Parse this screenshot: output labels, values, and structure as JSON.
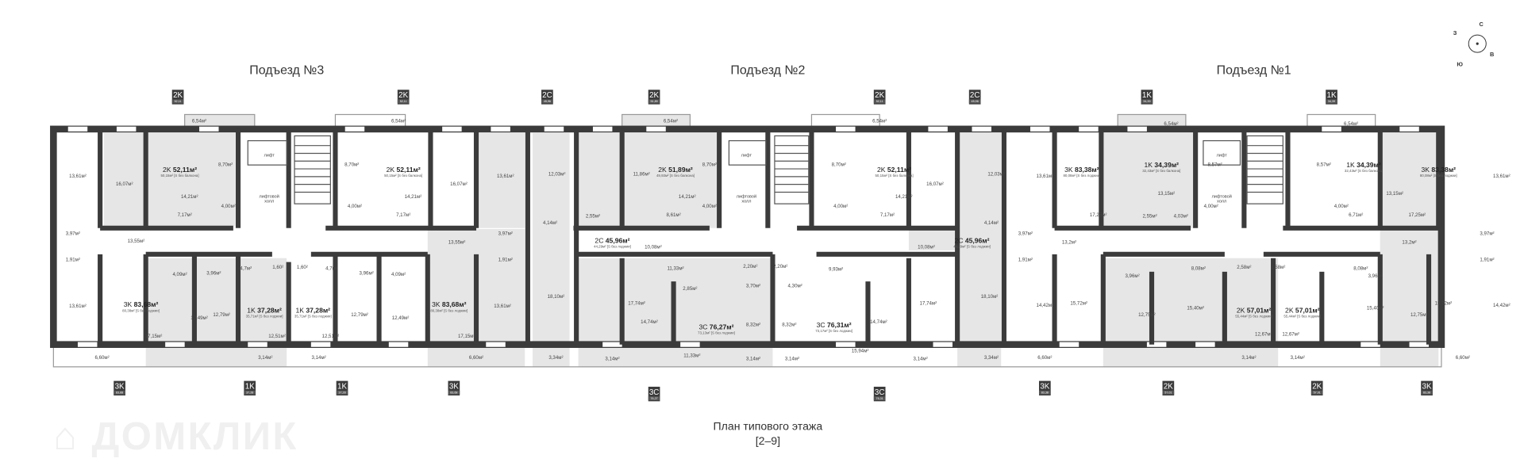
{
  "entrances": [
    "Подъезд №3",
    "Подъезд №2",
    "Подъезд №1"
  ],
  "compass": {
    "n": "С",
    "w": "З",
    "e": "В",
    "s": "Ю"
  },
  "plan_title": "План типового этажа",
  "plan_floors": "[2–9]",
  "watermark": "ДОМКЛИК",
  "colors": {
    "wall": "#3b3b3b",
    "shaded_apartment": "#e6e6e6",
    "badge": "#3b3b3b"
  },
  "lift": {
    "lift": "лифт",
    "hall": "лифтовой холл"
  },
  "badges_top": [
    {
      "type": "2K",
      "area": "52,11"
    },
    {
      "type": "2K",
      "area": "52,11"
    },
    {
      "type": "2C",
      "area": "45,96"
    },
    {
      "type": "2K",
      "area": "51,89"
    },
    {
      "type": "2K",
      "area": "52,11"
    },
    {
      "type": "2C",
      "area": "45,96"
    },
    {
      "type": "1K",
      "area": "34,39"
    },
    {
      "type": "1K",
      "area": "34,39"
    }
  ],
  "badges_bottom": [
    {
      "type": "3K",
      "area": "83,68"
    },
    {
      "type": "1K",
      "area": "37,28"
    },
    {
      "type": "1K",
      "area": "37,28"
    },
    {
      "type": "3K",
      "area": "83,68"
    },
    {
      "type": "3C",
      "area": "76,27"
    },
    {
      "type": "3C",
      "area": "76,31"
    },
    {
      "type": "3K",
      "area": "83,38"
    },
    {
      "type": "2K",
      "area": "57,01"
    },
    {
      "type": "2K",
      "area": "57,01"
    },
    {
      "type": "3K",
      "area": "83,38"
    }
  ],
  "apartments": [
    {
      "type": "2K",
      "area": "52,11м²",
      "sub": "50,15м² [S без балкона]"
    },
    {
      "type": "3K",
      "area": "83,68м²",
      "sub": "80,38м² [S без лоджии]"
    },
    {
      "type": "1K",
      "area": "37,28м²",
      "sub": "35,71м² [S без лоджии]"
    },
    {
      "type": "1K",
      "area": "37,28м²",
      "sub": "35,71м² [S без лоджии]"
    },
    {
      "type": "2K",
      "area": "52,11м²",
      "sub": "50,15м² [S без балкона]"
    },
    {
      "type": "3K",
      "area": "83,68м²",
      "sub": "80,38м² [S без лоджии]"
    },
    {
      "type": "2C",
      "area": "45,96м²",
      "sub": "44,29м² [S без лоджии]"
    },
    {
      "type": "2K",
      "area": "51,89м²",
      "sub": "49,93м² [S без балкона]"
    },
    {
      "type": "3C",
      "area": "76,27м²",
      "sub": "73,13м² [S без лоджии]"
    },
    {
      "type": "3C",
      "area": "76,31м²",
      "sub": "73,17м² [S без лоджии]"
    },
    {
      "type": "2K",
      "area": "52,11м²",
      "sub": "50,15м² [S без балкона]"
    },
    {
      "type": "2C",
      "area": "45,96м²",
      "sub": "44,29м² [S без лоджии]"
    },
    {
      "type": "3K",
      "area": "83,38м²",
      "sub": "80,08м² [S без лоджии]"
    },
    {
      "type": "1K",
      "area": "34,39м²",
      "sub": "32,43м² [S без балкона]"
    },
    {
      "type": "2K",
      "area": "57,01м²",
      "sub": "55,44м² [S без лоджии]"
    },
    {
      "type": "2K",
      "area": "57,01м²",
      "sub": "55,44м² [S без лоджии]"
    },
    {
      "type": "1K",
      "area": "34,39м²",
      "sub": "32,43м² [S без балкона]"
    },
    {
      "type": "3K",
      "area": "83,38м²",
      "sub": "80,08м² [S без лоджии]"
    }
  ],
  "rooms": [
    "13,61м²",
    "16,07м²",
    "14,21м²",
    "8,70м²",
    "4,00м²",
    "7,17м²",
    "6,54м²",
    "3,97м²",
    "13,55м²",
    "1,91м²",
    "13,61м²",
    "17,15м²",
    "6,60м²",
    "12,49м²",
    "4,09м²",
    "3,96м²",
    "12,79м²",
    "4,7м²",
    "1,60²",
    "12,51м²",
    "3,14м²",
    "8,70м²",
    "4,00м²",
    "7,17м²",
    "16,07м²",
    "13,61м²",
    "6,54м²",
    "14,21м²",
    "13,55м²",
    "3,97м²",
    "1,91м²",
    "1,60²",
    "4,7м²",
    "12,51м²",
    "3,14м²",
    "3,96м²",
    "4,09м²",
    "12,79м²",
    "12,49м²",
    "17,15м²",
    "13,61м²",
    "6,60м²",
    "12,03м²",
    "4,14м²",
    "18,10м²",
    "3,34м²",
    "10,08м²",
    "11,86м²",
    "14,21м²",
    "8,70м²",
    "2,55м²",
    "8,61м²",
    "4,00м²",
    "6,54м²",
    "11,33м²",
    "2,20м²",
    "2,85м²",
    "3,70м²",
    "17,74м²",
    "14,74м²",
    "8,32м²",
    "11,33м²",
    "3,14м²",
    "3,14м²",
    "2,20м²",
    "4,30м²",
    "9,93м²",
    "8,32м²",
    "15,94м²",
    "14,74м²",
    "3,14м²",
    "17,74м²",
    "3,14м²",
    "18,10м²",
    "3,34м²",
    "10,08м²",
    "4,14м²",
    "12,03м²",
    "8,70м²",
    "4,00м²",
    "14,21м²",
    "7,17м²",
    "16,07м²",
    "6,54м²",
    "13,61м²",
    "17,25м²",
    "3,97м²",
    "13,2м²",
    "1,91м²",
    "14,42м²",
    "15,72м²",
    "6,60м²",
    "13,15м²",
    "8,57м²",
    "2,55м²",
    "4,03м²",
    "4,00м²",
    "6,54м²",
    "3,96м²",
    "8,08м²",
    "2,58м²",
    "12,75м²",
    "15,40м²",
    "12,67м²",
    "3,14м²",
    "2,58м²",
    "8,08м²",
    "3,96м²",
    "12,67м²",
    "3,14м²",
    "15,40м²",
    "12,75м²",
    "8,57м²",
    "13,15м²",
    "4,00м²",
    "6,71м²",
    "6,54м²",
    "17,25м²",
    "13,61м²",
    "3,97м²",
    "13,2м²",
    "1,91м²",
    "15,72м²",
    "14,42м²",
    "6,60м²"
  ]
}
